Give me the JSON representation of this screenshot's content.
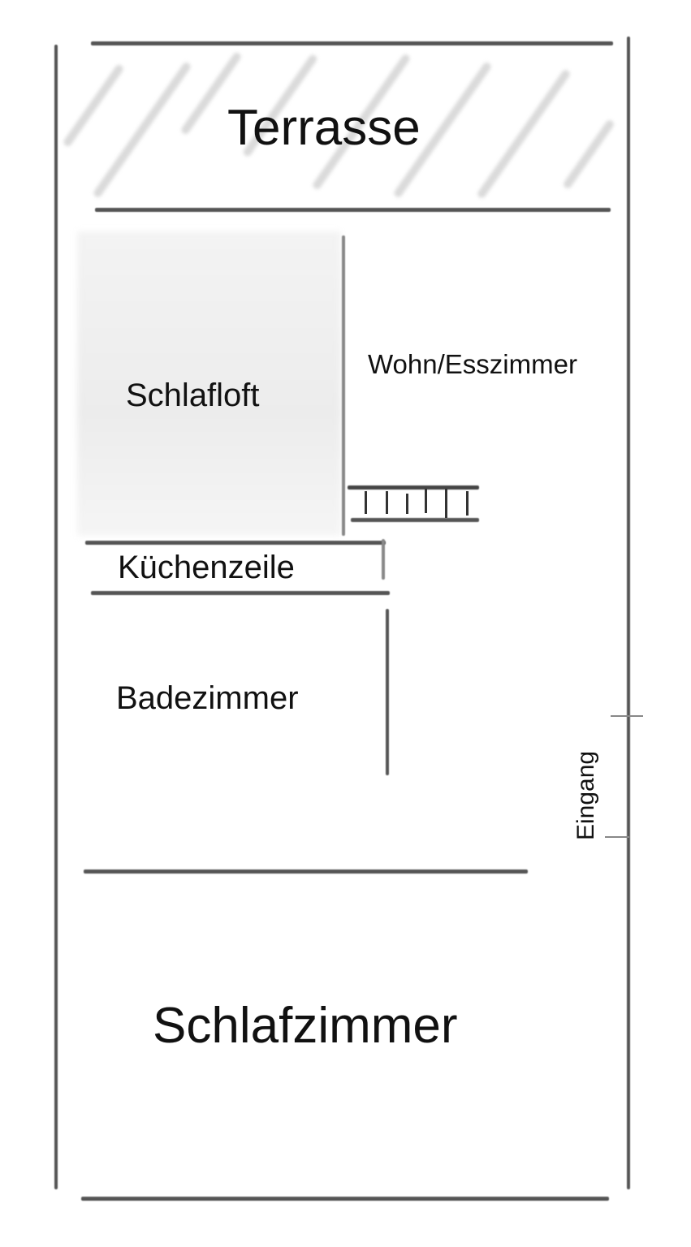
{
  "floorplan": {
    "rooms": {
      "terrasse": "Terrasse",
      "schlafloft": "Schlafloft",
      "wohn_esszimmer": "Wohn/Esszimmer",
      "kuechenzeile": "Küchenzeile",
      "badezimmer": "Badezimmer",
      "eingang": "Eingang",
      "schlafzimmer": "Schlafzimmer"
    },
    "colors": {
      "wall": "#555555",
      "text": "#111111",
      "background": "#ffffff",
      "loft_shade": "#eeeeee"
    }
  }
}
